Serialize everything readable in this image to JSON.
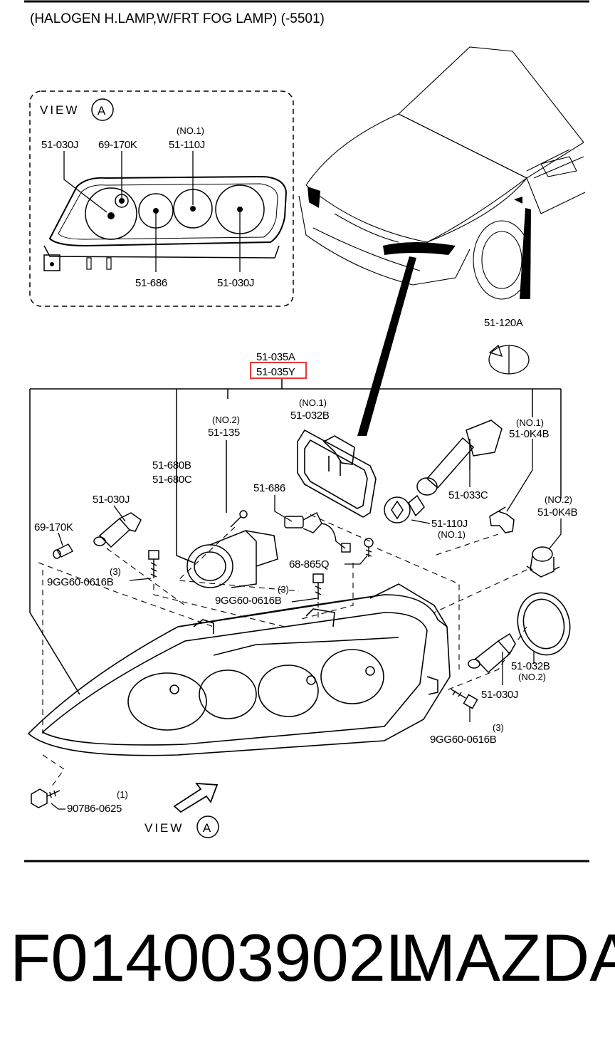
{
  "title": "(HALOGEN H.LAMP,W/FRT FOG LAMP) (-5501)",
  "view_label": "VIEW",
  "view_marker": "A",
  "view_inset": {
    "labels": {
      "l1": "51-030J",
      "l2": "69-170K",
      "l3_note": "(NO.1)",
      "l3": "51-110J",
      "l4": "51-686",
      "l5": "51-030J"
    }
  },
  "parts": {
    "a": "51-035A",
    "y": "51-035Y",
    "no2": "(NO.2)",
    "p135": "51-135",
    "no1a": "(NO.1)",
    "p032b": "51-032B",
    "no1b": "(NO.1)",
    "p0k4b_1": "51-0K4B",
    "p680b": "51-680B",
    "p680c": "51-680C",
    "p686": "51-686",
    "p033c": "51-033C",
    "no2b": "(NO.2)",
    "p0k4b_2": "51-0K4B",
    "p030j": "51-030J",
    "p170k": "69-170K",
    "p110j": "51-110J",
    "no1c": "(NO.1)",
    "q3a": "(3)",
    "p9gg_a": "9GG60-0616B",
    "p865q": "68-865Q",
    "q3b": "(3)",
    "p9gg_b": "9GG60-0616B",
    "p120a": "51-120A",
    "p032b_2": "51-032B",
    "no2c": "(NO.2)",
    "p030j_2": "51-030J",
    "q3c": "(3)",
    "p9gg_c": "9GG60-0616B",
    "q1": "(1)",
    "p90786": "90786-0625"
  },
  "highlight_color": "#e53935",
  "footer": {
    "part_number": "F014003902L",
    "brand": "MAZDA"
  }
}
